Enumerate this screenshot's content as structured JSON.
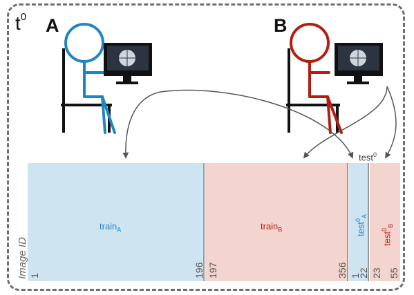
{
  "time_label": {
    "base": "t",
    "sup": "0"
  },
  "participants": [
    {
      "id": "A",
      "color": "#1f86c2"
    },
    {
      "id": "B",
      "color": "#b31e12"
    }
  ],
  "test_group_label": {
    "base": "test",
    "sup": "0"
  },
  "axis_label": "Image ID",
  "segments": [
    {
      "id": "trainA",
      "label": "train",
      "sub": "A",
      "fill": "#cfe4f1",
      "text_color": "#1f86c2",
      "start_id": "1",
      "end_id": "196"
    },
    {
      "id": "trainB",
      "label": "train",
      "sub": "B",
      "fill": "#f3d4ce",
      "text_color": "#b31e12",
      "start_id": "197",
      "end_id": "356"
    },
    {
      "id": "testA",
      "label": "test",
      "sup": "0",
      "sub": "A",
      "fill": "#cfe4f1",
      "text_color": "#1f86c2",
      "start_id": "1",
      "end_id": "22"
    },
    {
      "id": "testB",
      "label": "test",
      "sup": "0",
      "sub": "B",
      "fill": "#f3d4ce",
      "text_color": "#b31e12",
      "start_id": "23",
      "end_id": "55"
    }
  ]
}
